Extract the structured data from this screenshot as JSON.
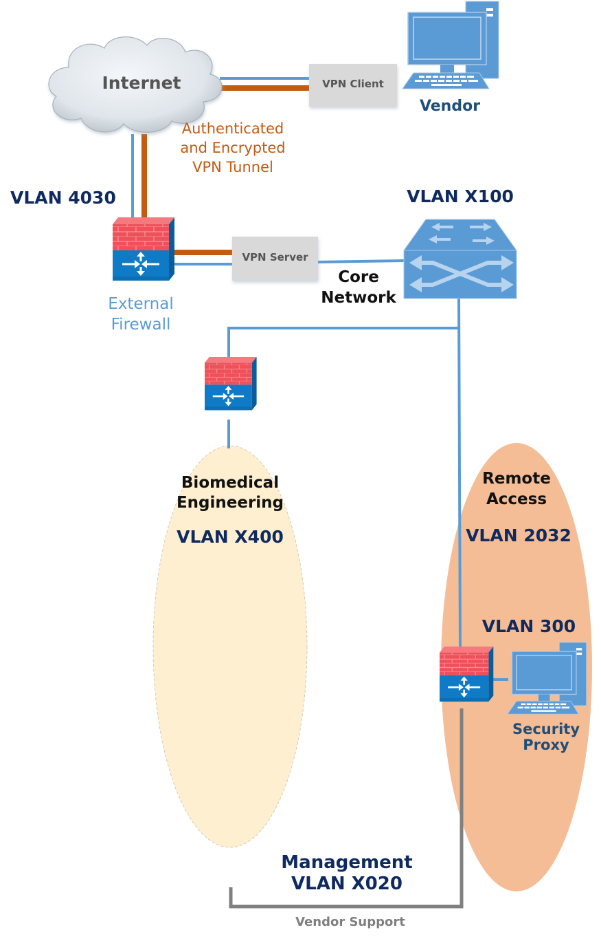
{
  "colors": {
    "link_blue": "#5b9bd5",
    "vpn_tunnel_orange": "#c55a11",
    "management_gray": "#808080",
    "firewall_red": "#f0505a",
    "firewall_blue": "#0f7bc6",
    "switch_blue": "#5b9bd5",
    "zone_biomedical": "#fdefcf",
    "zone_remote_access": "#f4bd96",
    "label_navy": "#0f2a5f"
  },
  "nodes": {
    "internet": {
      "label": "Internet",
      "icon": "cloud-icon"
    },
    "vpn_client": {
      "label": "VPN Client",
      "icon": "box"
    },
    "vendor": {
      "label": "Vendor",
      "icon": "desktop-computer-icon"
    },
    "external_firewall": {
      "label_line1": "External",
      "label_line2": "Firewall",
      "icon": "firewall-icon",
      "vlan": "VLAN 4030"
    },
    "vpn_server": {
      "label": "VPN Server",
      "icon": "box"
    },
    "core_switch": {
      "label_line1": "Core",
      "label_line2": "Network",
      "icon": "switch-icon",
      "vlan": "VLAN X100"
    },
    "biomed_firewall": {
      "icon": "firewall-icon"
    },
    "proxy_firewall": {
      "icon": "firewall-icon"
    },
    "security_proxy": {
      "label_line1": "Security",
      "label_line2": "Proxy",
      "icon": "desktop-computer-icon",
      "vlan": "VLAN 300"
    }
  },
  "tunnel": {
    "label_line1": "Authenticated",
    "label_line2": "and Encrypted",
    "label_line3": "VPN Tunnel"
  },
  "zones": {
    "biomedical": {
      "label_line1": "Biomedical",
      "label_line2": "Engineering",
      "vlan": "VLAN X400"
    },
    "remote_access": {
      "label_line1": "Remote",
      "label_line2": "Access",
      "vlan": "VLAN 2032"
    }
  },
  "management": {
    "label_line1": "Management",
    "label_line2": "VLAN X020",
    "caption": "Vendor Support"
  }
}
